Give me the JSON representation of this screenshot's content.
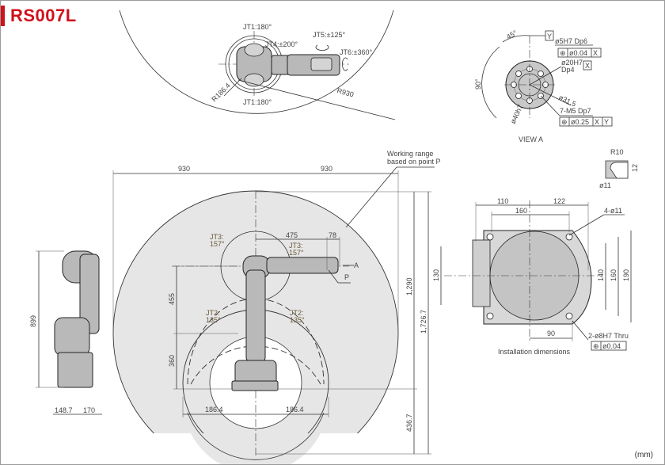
{
  "title": "RS007L",
  "unit": "(mm)",
  "top_view": {
    "jt1_top": "JT1:180°",
    "jt1_bottom": "JT1:180°",
    "jt4": "JT4:±200°",
    "jt5": "JT5:±125°",
    "jt6": "JT6:±360°",
    "r_small": "R186.4",
    "r_large": "R930"
  },
  "view_a": {
    "label": "VIEW  A",
    "angle_45": "45°",
    "angle_90": "90°",
    "datum_y": "Y",
    "hole1": "ø5H7  Dp6",
    "tol1": "ø0.04",
    "tol1_ref": "X",
    "hole2a": "ø20H7",
    "hole2b": "Dp4",
    "hole2_ref": "X",
    "pcd": "ø31.5",
    "outer": "ø40h7",
    "thread": "7-M5  Dp7",
    "tol2": "ø0.25",
    "tol2_ref1": "X",
    "tol2_ref2": "Y"
  },
  "detail": {
    "r": "R10",
    "h": "12",
    "d": "ø11"
  },
  "side_view": {
    "height": "899",
    "w1": "148.7",
    "w2": "170"
  },
  "main_view": {
    "left_reach": "930",
    "right_reach": "930",
    "working_range_label_1": "Working range",
    "working_range_label_2": "based on point P",
    "jt3_left_1": "JT3:",
    "jt3_left_2": "157°",
    "jt3_right_1": "JT3:",
    "jt3_right_2": "157°",
    "jt2_left_1": "JT2:",
    "jt2_left_2": "135°",
    "jt2_right_1": "JT2:",
    "jt2_right_2": "135°",
    "forearm": "475",
    "wrist": "78",
    "view_arrow": "A",
    "point": "P",
    "upper_arm": "455",
    "base_height": "360",
    "offset_left": "186.4",
    "offset_right": "186.4",
    "upper_range": "1,290",
    "total_range": "1,726.7",
    "lower_range": "436.7"
  },
  "installation": {
    "label": "Installation dimensions",
    "d110": "110",
    "d122": "122",
    "d160": "160",
    "d130": "130",
    "d140": "140",
    "d160v": "160",
    "d190": "190",
    "d90": "90",
    "holes": "4-ø11",
    "pins": "2-ø8H7 Thru",
    "pin_tol": "ø0.04"
  }
}
